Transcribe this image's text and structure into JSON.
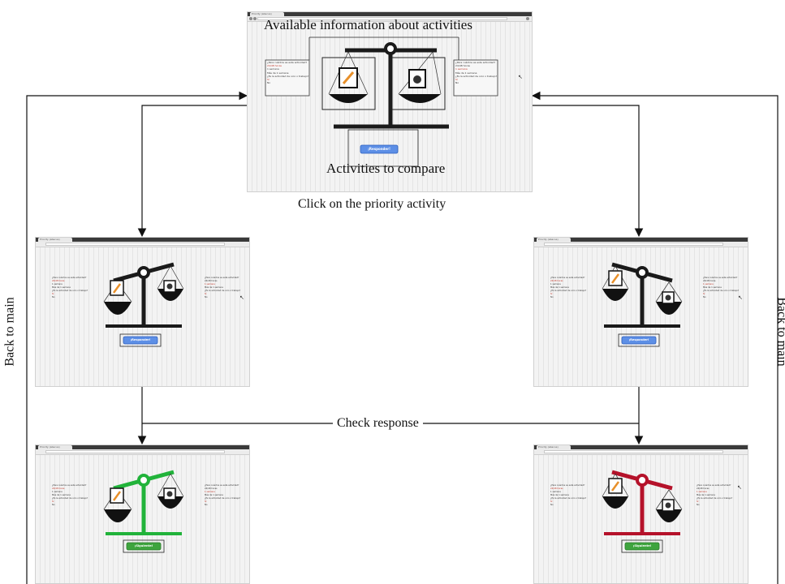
{
  "captions": {
    "top_title": "Available information about activities",
    "top_bottom": "Activities to compare",
    "click_step": "Click on the priority activity",
    "check_step": "Check response",
    "left_side": "Back to main",
    "right_side": "Back to main"
  },
  "browser": {
    "tab_label": "Priority (abacus)"
  },
  "panel": {
    "question": "¿Para cuántos es esta actividad?",
    "opt_time": "24/48 horas",
    "opt_reps": "1 semana",
    "opt_more": "Más de 1 semana",
    "question2": "¿Es la actividad de ocio o trabajo?",
    "opt_si": "Sí",
    "opt_no": "No"
  },
  "buttons": {
    "respond": "¡Responder!",
    "next": "¡Siguiente!"
  },
  "colors": {
    "neutral": "#1a1a1a",
    "correct": "#21b33a",
    "wrong": "#b5122a",
    "button_blue": "#5d8fe6",
    "button_green": "#3ea43e"
  },
  "icons": {
    "activity_a": "pencil-note-icon",
    "activity_b": "washing-machine-icon"
  }
}
